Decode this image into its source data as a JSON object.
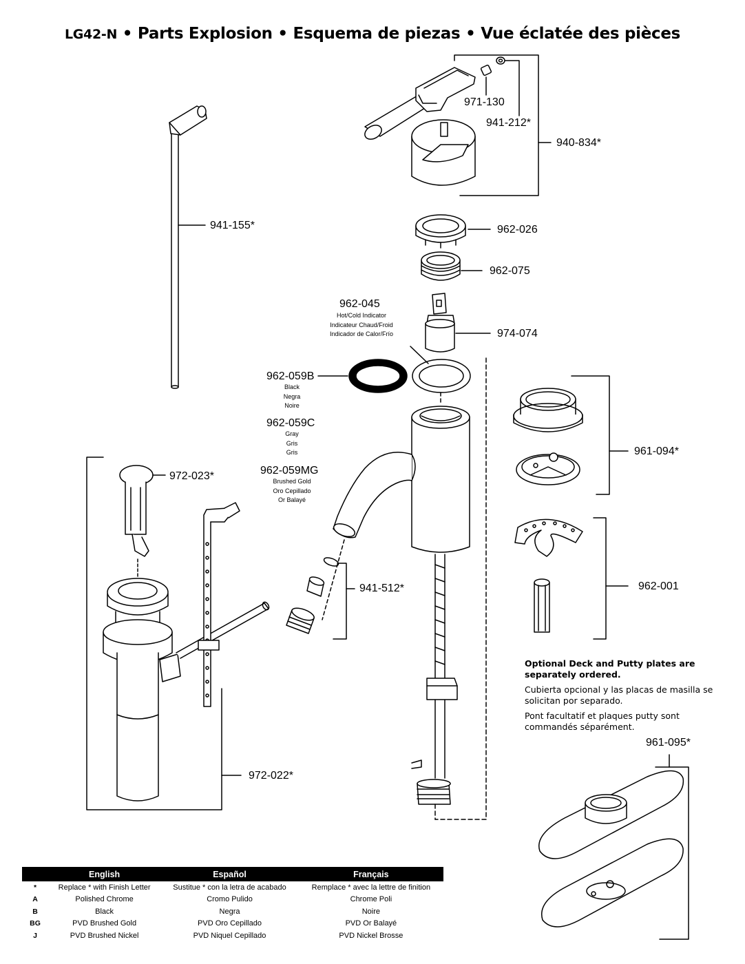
{
  "title": {
    "model": "LG42-N",
    "sep1": "•",
    "en": "Parts Explosion",
    "sep2": "•",
    "es": "Esquema de piezas",
    "sep3": "•",
    "fr": "Vue éclatée des pièces"
  },
  "parts": {
    "p971_130": "971-130",
    "p941_212": "941-212*",
    "p940_834": "940-834*",
    "p941_155": "941-155*",
    "p962_026": "962-026",
    "p962_075": "962-075",
    "p962_045": "962-045",
    "p962_045_desc": [
      "Hot/Cold Indicator",
      "Indicateur Chaud/Froid",
      "Indicador de Calor/Frío"
    ],
    "p974_074": "974-074",
    "p962_059B": "962-059B",
    "p962_059B_desc": [
      "Black",
      "Negra",
      "Noire"
    ],
    "p962_059C": "962-059C",
    "p962_059C_desc": [
      "Gray",
      "Gris",
      "Gris"
    ],
    "p962_059MG": "962-059MG",
    "p962_059MG_desc": [
      "Brushed Gold",
      "Oro Cepillado",
      "Or Balayé"
    ],
    "p961_094": "961-094*",
    "p972_023": "972-023*",
    "p941_512": "941-512*",
    "p962_001": "962-001",
    "p972_022": "972-022*",
    "p961_095": "961-095*"
  },
  "note": {
    "en": "Optional Deck and Putty plates are separately ordered.",
    "es": "Cubierta opcional y las placas de masilla se solicitan por separado.",
    "fr": "Pont facultatif et plaques putty sont commandés séparément."
  },
  "legend": {
    "headers": [
      "English",
      "Español",
      "Français"
    ],
    "rows": [
      {
        "code": "*",
        "en": "Replace * with Finish Letter",
        "es": "Sustitue * con la letra de acabado",
        "fr": "Remplace * avec la lettre de finition"
      },
      {
        "code": "A",
        "en": "Polished Chrome",
        "es": "Cromo Pulido",
        "fr": "Chrome Poli"
      },
      {
        "code": "B",
        "en": "Black",
        "es": "Negra",
        "fr": "Noire"
      },
      {
        "code": "BG",
        "en": "PVD Brushed Gold",
        "es": "PVD Oro Cepillado",
        "fr": "PVD Or Balayé"
      },
      {
        "code": "J",
        "en": "PVD Brushed Nickel",
        "es": "PVD Niquel Cepillado",
        "fr": "PVD Nickel Brosse"
      }
    ]
  }
}
